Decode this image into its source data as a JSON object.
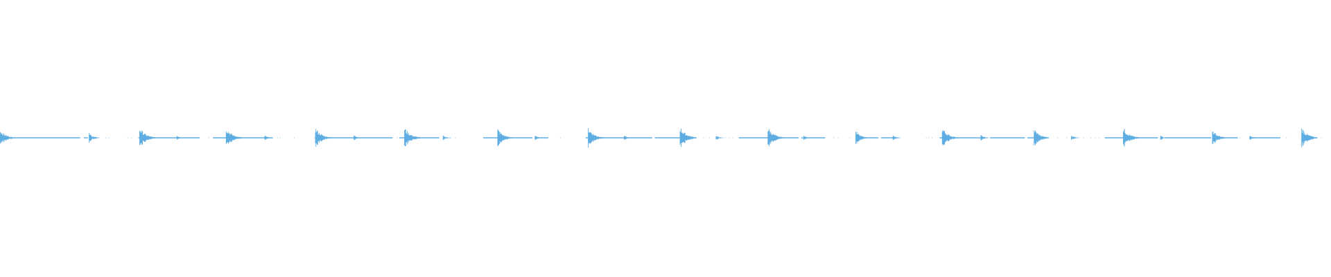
{
  "waveform": {
    "color": "#5dade2",
    "background": "#ffffff",
    "amplitude_max": 0.05,
    "beats": [
      {
        "t": 0.0,
        "peak": 0.045
      },
      {
        "t": 0.069,
        "peak": 0.012
      },
      {
        "t": 0.068,
        "peak": 0.02
      },
      {
        "t": 0.106,
        "peak": 0.045
      },
      {
        "t": 0.134,
        "peak": 0.01
      },
      {
        "t": 0.171,
        "peak": 0.045
      },
      {
        "t": 0.2,
        "peak": 0.01
      },
      {
        "t": 0.238,
        "peak": 0.045
      },
      {
        "t": 0.267,
        "peak": 0.012
      },
      {
        "t": 0.305,
        "peak": 0.045
      },
      {
        "t": 0.334,
        "peak": 0.01
      },
      {
        "t": 0.375,
        "peak": 0.04
      },
      {
        "t": 0.403,
        "peak": 0.01
      },
      {
        "t": 0.443,
        "peak": 0.045
      },
      {
        "t": 0.47,
        "peak": 0.01
      },
      {
        "t": 0.512,
        "peak": 0.048
      },
      {
        "t": 0.539,
        "peak": 0.01
      },
      {
        "t": 0.578,
        "peak": 0.045
      },
      {
        "t": 0.605,
        "peak": 0.01
      },
      {
        "t": 0.644,
        "peak": 0.03
      },
      {
        "t": 0.672,
        "peak": 0.01
      },
      {
        "t": 0.709,
        "peak": 0.045
      },
      {
        "t": 0.738,
        "peak": 0.012
      },
      {
        "t": 0.778,
        "peak": 0.04
      },
      {
        "t": 0.806,
        "peak": 0.012
      },
      {
        "t": 0.845,
        "peak": 0.045
      },
      {
        "t": 0.873,
        "peak": 0.01
      },
      {
        "t": 0.912,
        "peak": 0.035
      },
      {
        "t": 0.94,
        "peak": 0.01
      },
      {
        "t": 0.979,
        "peak": 0.045
      }
    ],
    "segments": [
      [
        0.0,
        0.06
      ],
      [
        0.066,
        0.063
      ],
      [
        0.104,
        0.15
      ],
      [
        0.16,
        0.205
      ],
      [
        0.24,
        0.295
      ],
      [
        0.3,
        0.33
      ],
      [
        0.363,
        0.4
      ],
      [
        0.402,
        0.412
      ],
      [
        0.44,
        0.49
      ],
      [
        0.492,
        0.52
      ],
      [
        0.555,
        0.6
      ],
      [
        0.602,
        0.62
      ],
      [
        0.644,
        0.66
      ],
      [
        0.662,
        0.672
      ],
      [
        0.706,
        0.74
      ],
      [
        0.744,
        0.77
      ],
      [
        0.772,
        0.784
      ],
      [
        0.83,
        0.87
      ],
      [
        0.875,
        0.91
      ],
      [
        0.912,
        0.93
      ],
      [
        0.94,
        0.962
      ]
    ]
  }
}
